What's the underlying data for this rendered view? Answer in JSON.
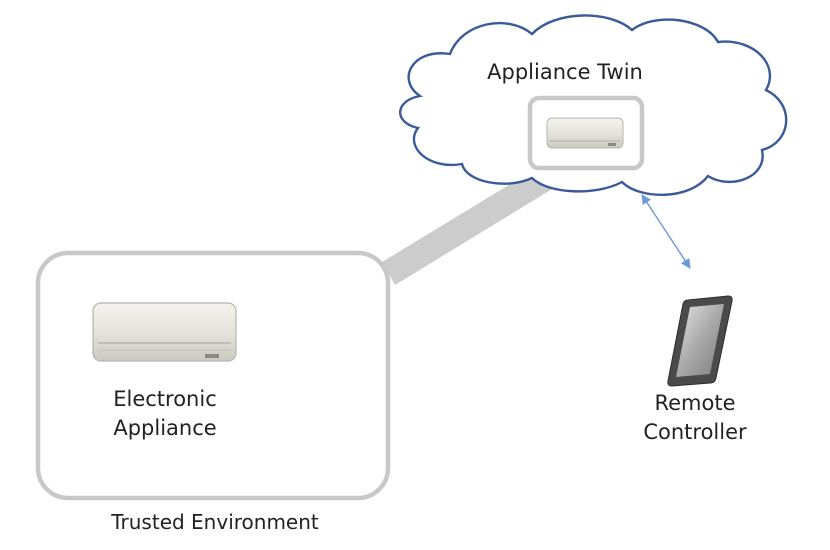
{
  "cloud": {
    "label": "Appliance Twin"
  },
  "appliance": {
    "label_line1": "Electronic",
    "label_line2": "Appliance"
  },
  "remote": {
    "label_line1": "Remote",
    "label_line2": "Controller"
  },
  "environment": {
    "label": "Trusted Environment"
  },
  "colors": {
    "cloud_stroke": "#3a5a9a",
    "frame_stroke": "#c8c8c8",
    "link": "#cccccc",
    "arrow": "#6a9ad8",
    "phone_body": "#4a4a4a"
  }
}
